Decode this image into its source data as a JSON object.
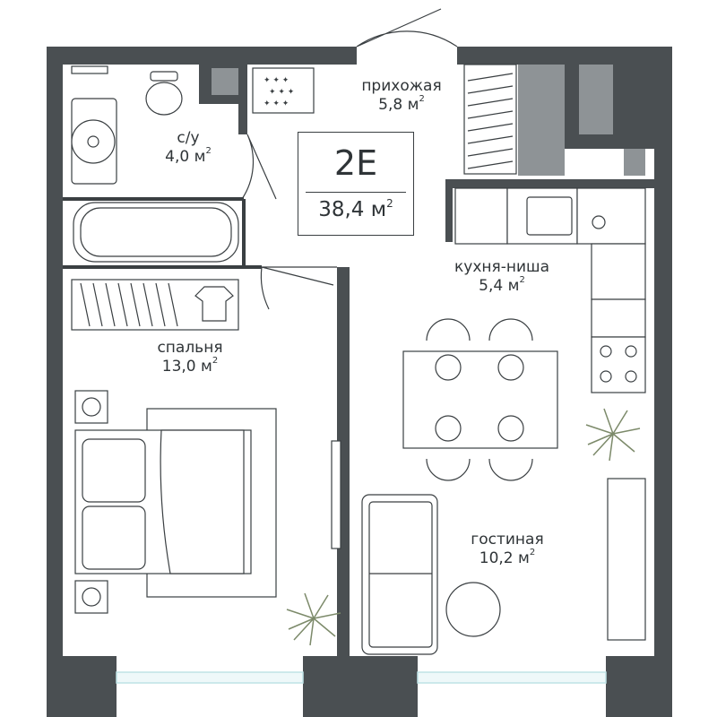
{
  "apartment": {
    "code": "2E",
    "total_area": "38,4 м",
    "area_unit_sup": "2"
  },
  "rooms": [
    {
      "id": "hallway",
      "name": "прихожая",
      "area": "5,8 м",
      "sup": "2"
    },
    {
      "id": "bathroom",
      "name": "с/у",
      "area": "4,0 м",
      "sup": "2"
    },
    {
      "id": "kitchen",
      "name": "кухня-ниша",
      "area": "5,4 м",
      "sup": "2"
    },
    {
      "id": "bedroom",
      "name": "спальня",
      "area": "13,0 м",
      "sup": "2"
    },
    {
      "id": "living",
      "name": "гостиная",
      "area": "10,2 м",
      "sup": "2"
    }
  ],
  "colors": {
    "wall": "#4a4f52",
    "line": "#3a3f42",
    "fill_gray": "#8e9396",
    "window": "#bfe3e6",
    "plant": "#7c8a6a"
  }
}
